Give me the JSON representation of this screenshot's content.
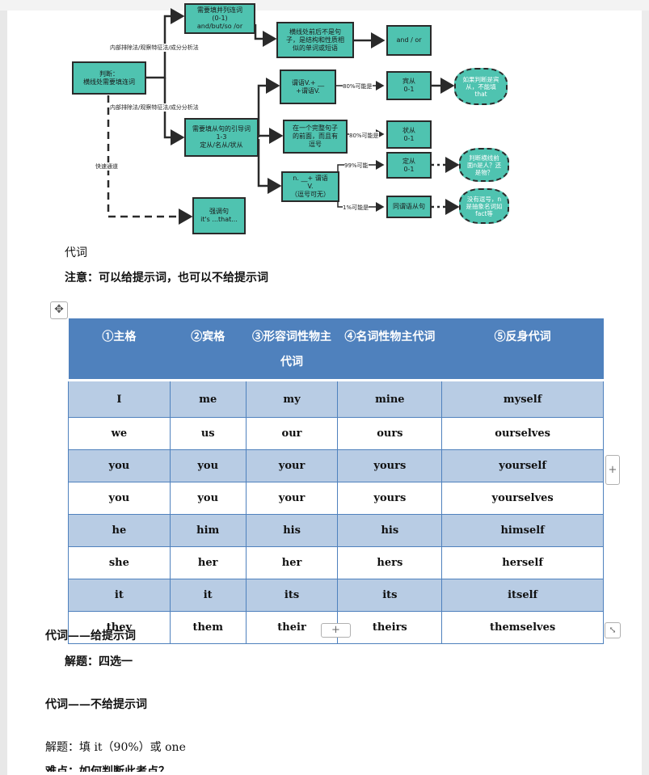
{
  "diagram": {
    "judge_box": "判断：\n横线处需要填连词",
    "top_box": "需要填并列连词\n(0-1)\nand/but/so /or",
    "check_box": "横线处前后不是句\n子，是结构和性质相\n似的单词或短语",
    "andor_box": "and / or",
    "clause_box": "需要填从句的引导词\n1-3\n定从/名从/状从",
    "verb_box": "谓语V.+ __\n+谓语V.",
    "object_box": "宾从\n0-1",
    "cloud_that": "如果判断是宾\n从，不能填\nthat",
    "complete_box": "在一个完整句子\n的前面，而且有\n逗号",
    "adverbial_box": "状从\n0-1",
    "noun_box": "n. __+ 谓语\nV.\n（逗号可无）",
    "attrib_box": "定从\n0-1",
    "cloud_person": "判断横线前\n面n是人？还\n是物？",
    "appositive_box": "同谓语从句",
    "cloud_fact": "没有逗号，n\n是抽象名词如\nfact等",
    "emphasis_box": "强调句\nit's ...that...",
    "label_exclude_1": "内部排除法/观察特征法/成分分析法",
    "label_exclude_2": "内部排除法/观察特征法/成分分析法",
    "label_fast": "快速通道",
    "label_80_1": "80%可能是",
    "label_80_2": "80%可能是",
    "label_99": "99%可能",
    "label_1": "1%可能是"
  },
  "section_pronoun": "代词",
  "note": "注意：可以给提示词，也可以不给提示词",
  "table": {
    "headers": [
      "①主格",
      "②宾格",
      "③形容词性物主代词",
      "④名词性物主代词",
      "⑤反身代词"
    ],
    "rows": [
      [
        "I",
        "me",
        "my",
        "mine",
        "myself"
      ],
      [
        "we",
        "us",
        "our",
        "ours",
        "ourselves"
      ],
      [
        "you",
        "you",
        "your",
        "yours",
        "yourself"
      ],
      [
        "you",
        "you",
        "your",
        "yours",
        "yourselves"
      ],
      [
        "he",
        "him",
        "his",
        "his",
        "himself"
      ],
      [
        "she",
        "her",
        "her",
        "hers",
        "herself"
      ],
      [
        "it",
        "it",
        "its",
        "its",
        "itself"
      ],
      [
        "they",
        "them",
        "their",
        "theirs",
        "themselves"
      ]
    ]
  },
  "heading_given": "代词——给提示词",
  "solution_given": "解题：四选一",
  "heading_not_given": "代词——不给提示词",
  "solution_not_given": "解题：填 it（90%）或 one",
  "difficulty": "难点：如何判断此考点？",
  "controls": {
    "move_icon": "move-icon",
    "add_col": "+",
    "add_row": "+",
    "resize_icon": "resize-icon"
  }
}
